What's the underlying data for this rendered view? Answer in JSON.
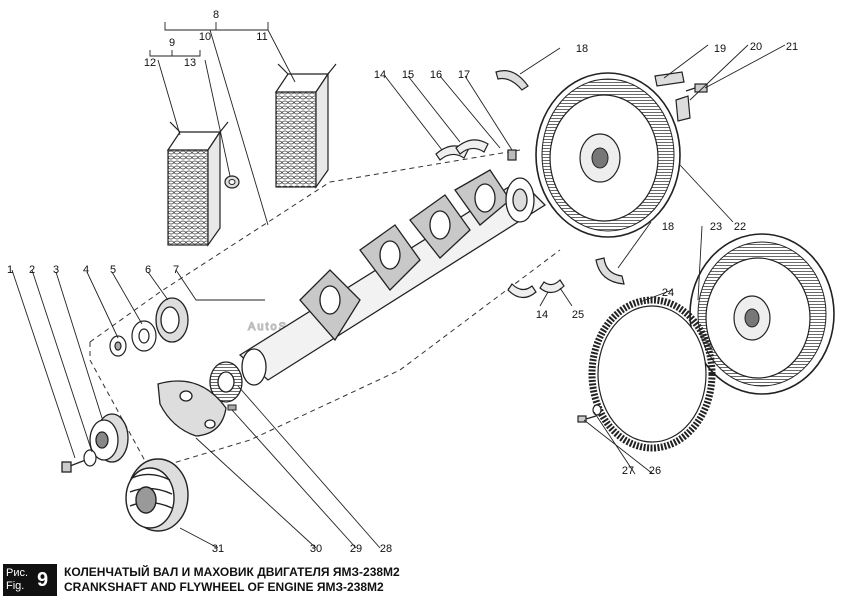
{
  "watermark": "AutoSoft",
  "callouts": {
    "n1": "1",
    "n2": "2",
    "n3": "3",
    "n4": "4",
    "n5": "5",
    "n6": "6",
    "n7": "7",
    "n8": "8",
    "n9": "9",
    "n10": "10",
    "n11": "11",
    "n12": "12",
    "n13": "13",
    "n14a": "14",
    "n14b": "14",
    "n15": "15",
    "n16": "16",
    "n17": "17",
    "n18a": "18",
    "n18b": "18",
    "n19": "19",
    "n20": "20",
    "n21": "21",
    "n22": "22",
    "n23": "23",
    "n24": "24",
    "n25": "25",
    "n26": "26",
    "n27": "27",
    "n28": "28",
    "n29": "29",
    "n30": "30",
    "n31": "31"
  },
  "caption": {
    "fig_label_ru": "Рис.",
    "fig_label_en": "Fig.",
    "fig_number": "9",
    "title_ru": "КОЛЕНЧАТЫЙ ВАЛ И МАХОВИК ДВИГАТЕЛЯ ЯМЗ-238М2",
    "title_en": "CRANKSHAFT AND FLYWHEEL OF ENGINE ЯМЗ-238М2"
  }
}
